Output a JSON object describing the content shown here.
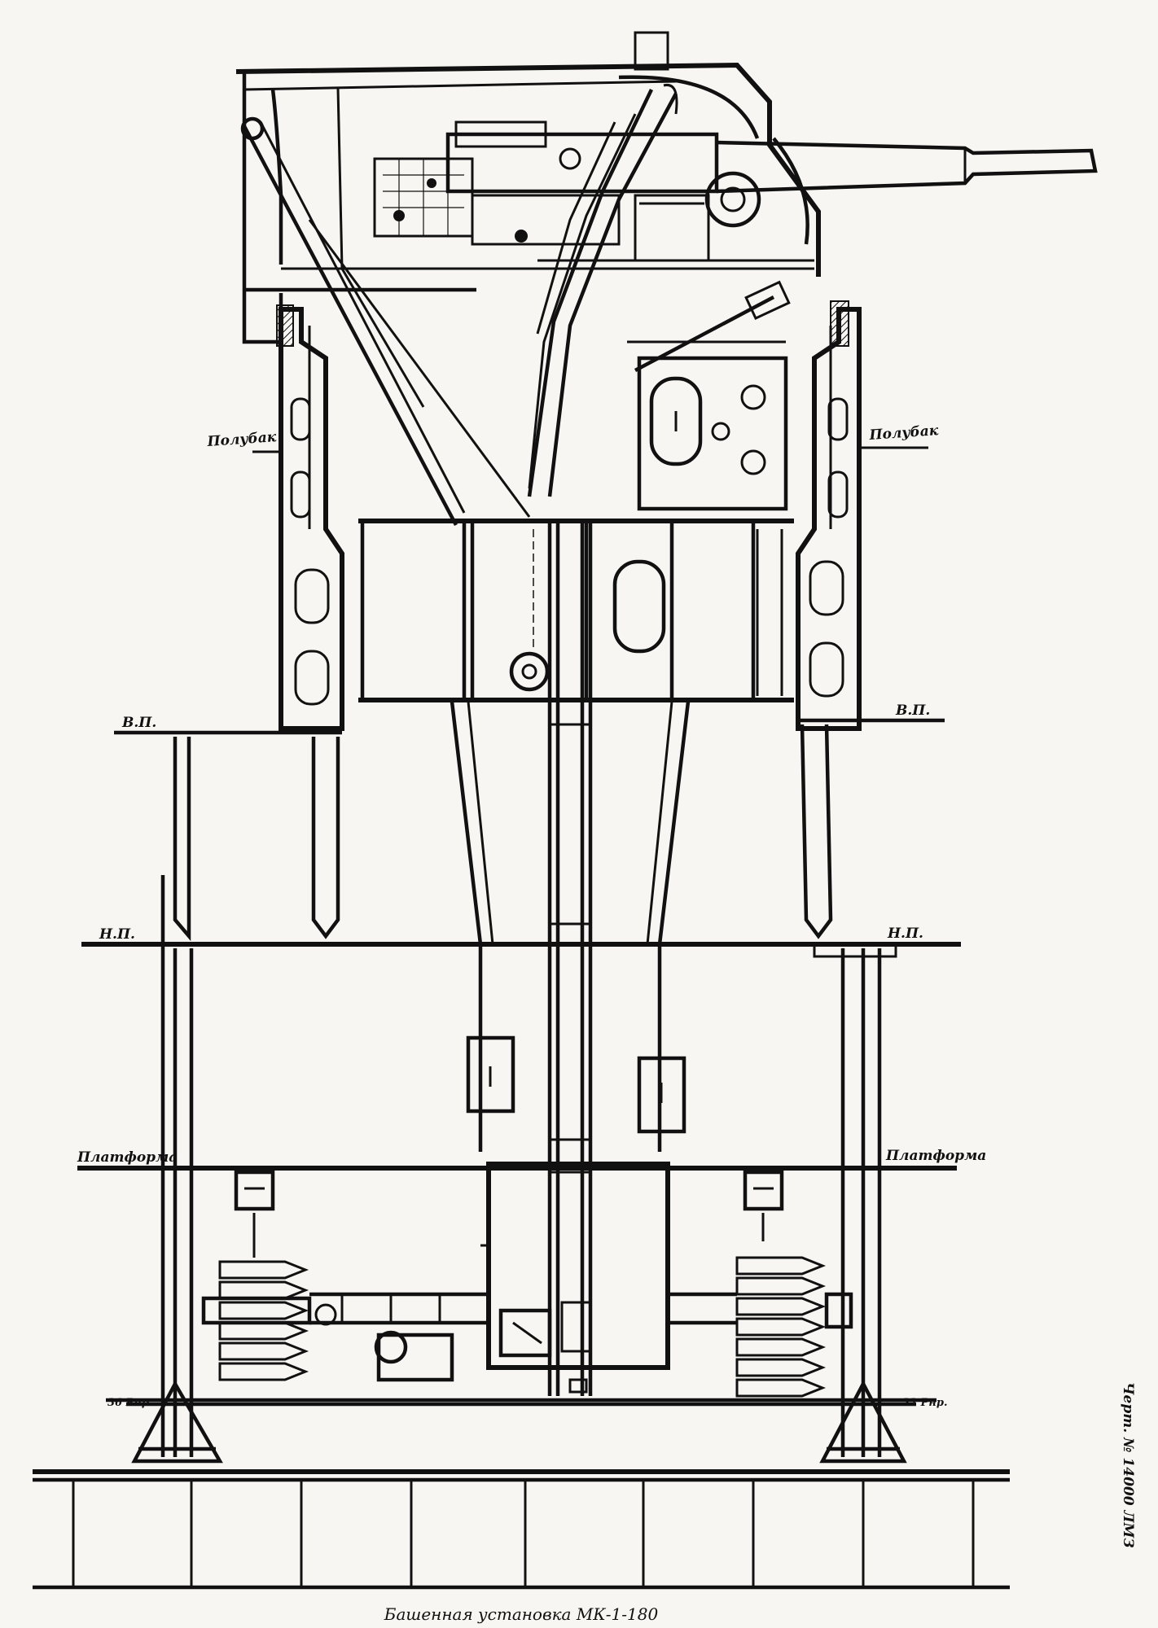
{
  "labels": {
    "poluyut_left": "Полубак",
    "poluyut_right": "Полубак",
    "vp_left": "В.П.",
    "vp_right": "В.П.",
    "np_left": "Н.П.",
    "np_right": "Н.П.",
    "platforma_left": "Платформа",
    "platforma_right": "Платформа",
    "frame_left": "36 Рнр.",
    "frame_right": "32 Рнр."
  },
  "caption": "Башенная установка МК-1-180",
  "side_note": "Черт. № 14000 ЛМЗ"
}
